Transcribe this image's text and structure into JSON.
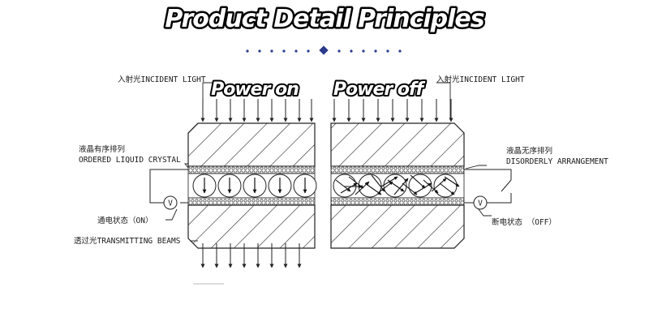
{
  "title": "Product Detail Principles",
  "states": {
    "on": "Power on",
    "off": "Power off"
  },
  "left": {
    "incident": "入射光INCIDENT LIGHT",
    "ordered_cn": "液晶有序排列",
    "ordered_en": "ORDERED LIQUID CRYSTAL",
    "status": "通电状态（ON）",
    "transmit": "透过光TRANSMITTING BEAMS",
    "voltmeter": "V"
  },
  "right": {
    "incident": "入射光INCIDENT LIGHT",
    "disorder_cn": "液晶无序排列",
    "disorder_en": "DISORDERLY ARRANGEMENT",
    "status": "断电状态 （OFF）",
    "voltmeter": "V"
  },
  "colors": {
    "accent": "#2a3a8c",
    "ink": "#222222"
  }
}
